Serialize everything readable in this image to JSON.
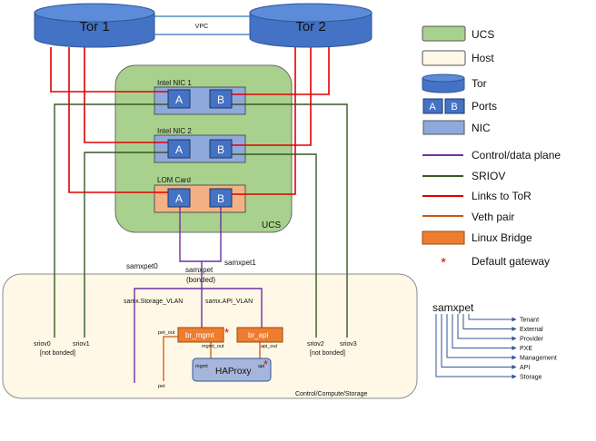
{
  "tors": [
    {
      "label": "Tor 1"
    },
    {
      "label": "Tor 2"
    }
  ],
  "vpc_label": "VPC",
  "ucs_label": "UCS",
  "nics": [
    {
      "label": "Intel NIC 1",
      "ports": [
        "A",
        "B"
      ]
    },
    {
      "label": "Intel NIC 2",
      "ports": [
        "A",
        "B"
      ]
    },
    {
      "label": "LOM Card",
      "ports": [
        "A",
        "B"
      ]
    }
  ],
  "bond": {
    "left": "samxpet0",
    "right": "samxpet1",
    "name": "samxpet",
    "note": "(bonded)"
  },
  "host": {
    "label": "Control/Compute/Storage",
    "storage_vlan": "samx.Storage_VLAN",
    "api_vlan": "samx.API_VLAN",
    "sriov_left": [
      "sriov0",
      "sriov1"
    ],
    "sriov_left_note": "[not bonded]",
    "sriov_right": [
      "sriov2",
      "sriov3"
    ],
    "sriov_right_note": "[not bonded]",
    "br_mgmt": "br_mgmt",
    "br_api": "br_api",
    "pet_out": "pet_out",
    "mgmt_out": "mgmt_out",
    "api_out": "api_out",
    "pet": "pet",
    "mgmt": "mgmt",
    "api": "api",
    "haproxy": "HAProxy",
    "default_gw_mark": "*"
  },
  "legend": {
    "ucs": "UCS",
    "host": "Host",
    "tor": "Tor",
    "port_a": "A",
    "port_b": "B",
    "ports": "Ports",
    "nic": "NIC",
    "control": "Control/data plane",
    "sriov": "SRIOV",
    "links": "Links to ToR",
    "veth": "Veth pair",
    "bridge": "Linux Bridge",
    "gw_mark": "*",
    "gw": "Default gateway"
  },
  "tree": {
    "root": "samxpet",
    "items": [
      "Tenant",
      "External",
      "Provider",
      "PXE",
      "Management",
      "API",
      "Storage"
    ]
  },
  "colors": {
    "tor_fill": "#4472c4",
    "tor_top": "#5b8bd9",
    "ucs_fill": "#a9d18e",
    "host_fill": "#fff8e6",
    "nic_fill": "#8fa9dc",
    "lom_fill": "#f4b183",
    "port_fill": "#4472c4",
    "control": "#7030a0",
    "sriov": "#385723",
    "links": "#e00000",
    "veth": "#c55a11",
    "bridge": "#ed7d31",
    "haproxy": "#a6b6da"
  }
}
